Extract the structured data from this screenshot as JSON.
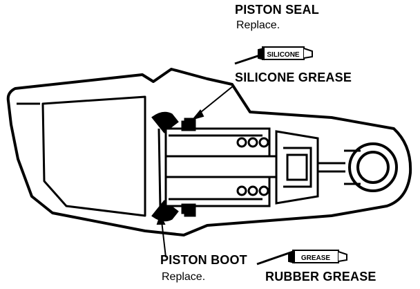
{
  "labels": {
    "piston_seal": {
      "title": "PISTON SEAL",
      "note": "Replace."
    },
    "silicone_grease": {
      "title": "SILICONE GREASE",
      "tube_text": "SILICONE"
    },
    "piston_boot": {
      "title": "PISTON BOOT",
      "note": "Replace."
    },
    "rubber_grease": {
      "title": "RUBBER GREASE",
      "tube_text": "GREASE"
    }
  },
  "colors": {
    "ink": "#000000",
    "paper": "#ffffff"
  }
}
